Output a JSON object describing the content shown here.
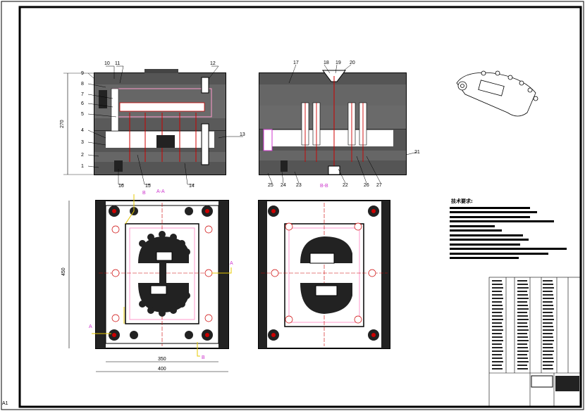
{
  "sheet": {
    "sheet_code": "A1",
    "border_color": "#000000",
    "accent_color": "#cc0000",
    "annotation_color": "#cc33cc",
    "leader_color": "#e6c800"
  },
  "section_views": {
    "left": {
      "part_numbers": [
        "1",
        "2",
        "3",
        "4",
        "5",
        "6",
        "7",
        "8",
        "9",
        "10",
        "11",
        "12",
        "13",
        "14",
        "15",
        "16"
      ],
      "height_dim": "270"
    },
    "right": {
      "part_numbers": [
        "17",
        "18",
        "19",
        "20",
        "21",
        "22",
        "23",
        "24",
        "25",
        "26",
        "27"
      ],
      "section_title": "B-B"
    }
  },
  "plan_views": {
    "left": {
      "section_title": "A-A",
      "cut_mark_a": "A",
      "cut_mark_b": "B",
      "height_dim": "450",
      "inner_width_dim": "350",
      "outer_width_dim": "400"
    }
  },
  "technical_requirements": {
    "title": "技术要求:"
  },
  "icons": [
    "product-part-icon",
    "ejector-pin-icon",
    "screw-hole-icon"
  ]
}
